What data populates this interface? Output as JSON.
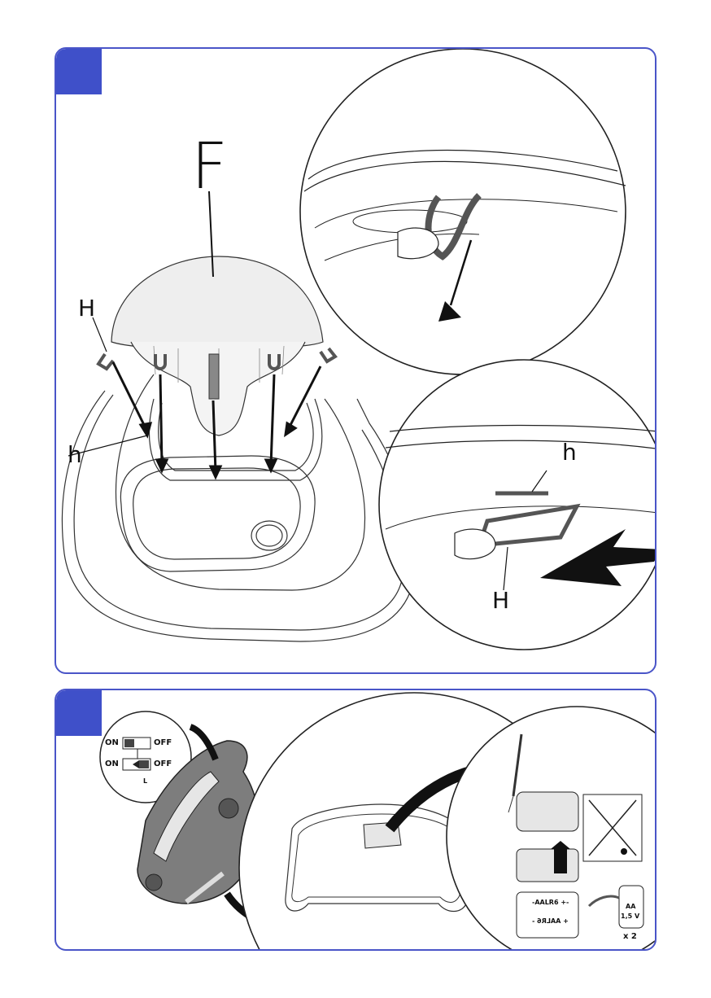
{
  "panel_top": {
    "labels": {
      "F": "F",
      "H_left": "H",
      "h_left": "h",
      "h_inset": "h",
      "H_inset": "H"
    }
  },
  "panel_bottom": {
    "switch": {
      "on1": "ON",
      "off1": "OFF",
      "on2": "ON",
      "off2": "OFF",
      "l": "L"
    },
    "battery": {
      "slot1": "-AALR6 +-",
      "slot2": "+ AALR6 -",
      "type": "AA",
      "voltage": "1,5 V",
      "qty": "x 2"
    }
  },
  "colors": {
    "accent": "#3f50c9",
    "frame": "#4a55c8"
  }
}
